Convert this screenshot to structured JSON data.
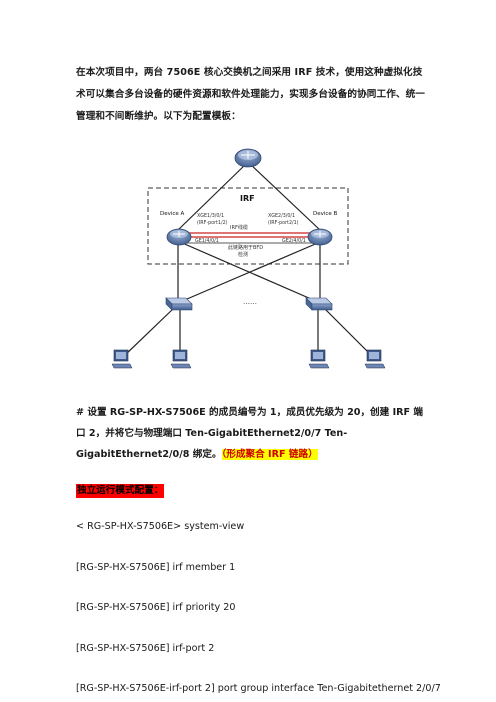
{
  "intro": {
    "text": "在本次项目中，两台 7506E 核心交换机之间采用 IRF 技术，使用这种虚拟化技术可以集合多台设备的硬件资源和软件处理能力，实现多台设备的协同工作、统一管理和不间断维护。以下为配置模板："
  },
  "diagram": {
    "irf_label": "IRF",
    "device_a": "Device A",
    "device_b": "Device B",
    "a_port_1": "XGE1/3/0/1",
    "a_port_1_note": "(IRF-port1/2)",
    "b_port_1": "XGE2/3/0/1",
    "b_port_1_note": "(IRF-port2/1)",
    "irf_link": "IRF线缆",
    "a_port_2": "GE1/4/0/1",
    "b_port_2": "GE2/4/0/1",
    "bfd_line1": "此链路用于BFD",
    "bfd_line2": "检测",
    "ellipsis": "……"
  },
  "para2": {
    "text": "# 设置 RG-SP-HX-S7506E 的成员编号为 1，成员优先级为 20，创建 IRF 端口 2，并将它与物理端口 Ten-GigabitEthernet2/0/7 Ten-GigabitEthernet2/0/8 绑定。",
    "highlight": "（形成聚合 IRF 链路）"
  },
  "section_label": "独立运行模式配置：",
  "commands": [
    "< RG-SP-HX-S7506E> system-view",
    "[RG-SP-HX-S7506E] irf member 1",
    "[RG-SP-HX-S7506E] irf priority 20",
    "[RG-SP-HX-S7506E] irf-port 2",
    "[RG-SP-HX-S7506E-irf-port 2] port group interface Ten-Gigabitethernet 2/0/7"
  ]
}
